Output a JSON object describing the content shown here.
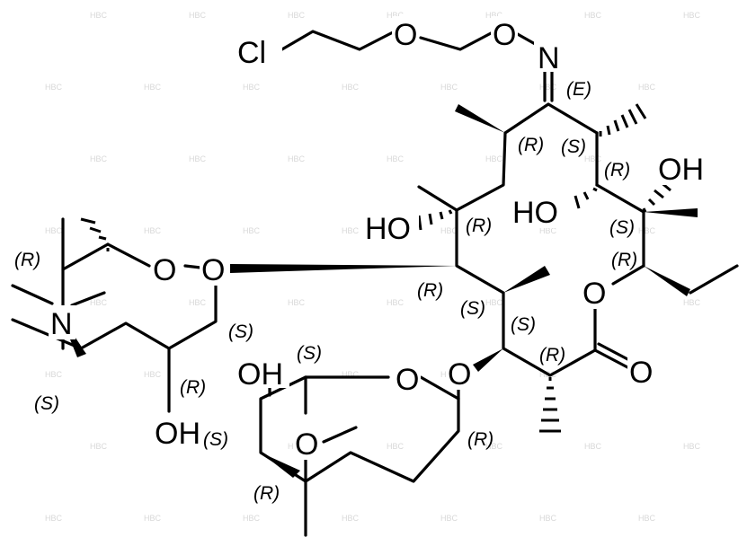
{
  "molecule": {
    "atoms": {
      "cl": "Cl",
      "o_ether1": "O",
      "o_oxime": "O",
      "n_oxime": "N",
      "oh_c11": "OH",
      "ho_c12": "HO",
      "ho_c6": "HO",
      "o_ring": "O",
      "o_carbonyl": "O",
      "o_glyco1": "O",
      "o_desos_ring": "O",
      "n_dimethyl": "N",
      "oh_desos": "OH",
      "o_glyco2": "O",
      "o_clad_ring": "O",
      "oh_clad": "OH",
      "o_methoxy": "O"
    },
    "stereo": {
      "e_oxime": "(E)",
      "r_c8": "(R)",
      "s_c10": "(S)",
      "r_c11": "(R)",
      "r_c6": "(R)",
      "s_c12": "(S)",
      "r_c13": "(R)",
      "r_c5": "(R)",
      "s_c4": "(S)",
      "s_c3": "(S)",
      "r_c2": "(R)",
      "r_desos5": "(R)",
      "s_desos1": "(S)",
      "s_desos3": "(S)",
      "r_desos2": "(R)",
      "s_clad3": "(S)",
      "s_clad4": "(S)",
      "r_clad3b": "(R)",
      "r_clad1": "(R)"
    }
  }
}
